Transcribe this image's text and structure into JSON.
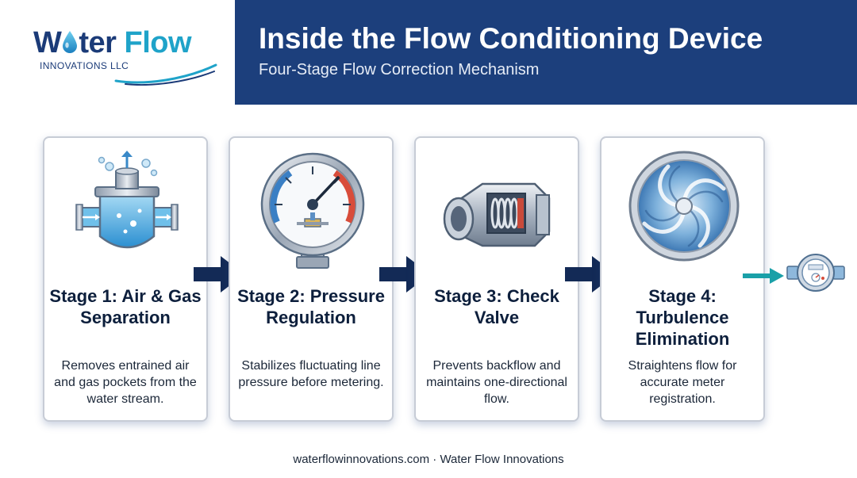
{
  "logo": {
    "word_part1": "W",
    "word_part2": "ter",
    "word_part3": "Flow",
    "subtitle": "INNOVATIONS LLC"
  },
  "header": {
    "title": "Inside the Flow Conditioning Device",
    "subtitle": "Four-Stage Flow Correction Mechanism"
  },
  "stages": [
    {
      "title": "Stage 1: Air & Gas Separation",
      "description": "Removes entrained air and gas pockets from the water stream.",
      "icon": "air-separator-icon"
    },
    {
      "title": "Stage 2: Pressure Regulation",
      "description": "Stabilizes fluctuating line pressure before metering.",
      "icon": "pressure-gauge-icon"
    },
    {
      "title": "Stage 3: Check Valve",
      "description": "Prevents backflow and maintains one-directional flow.",
      "icon": "check-valve-icon"
    },
    {
      "title": "Stage 4: Turbulence Elimination",
      "description": "Straightens flow for accurate meter registration.",
      "icon": "flow-straightener-icon"
    }
  ],
  "footer": {
    "text": "waterflowinnovations.com · Water Flow Innovations"
  },
  "colors": {
    "navy": "#1c3f7c",
    "teal": "#1fa3c9",
    "arrow": "#132a56",
    "meter_arrow": "#1aa0a8"
  }
}
